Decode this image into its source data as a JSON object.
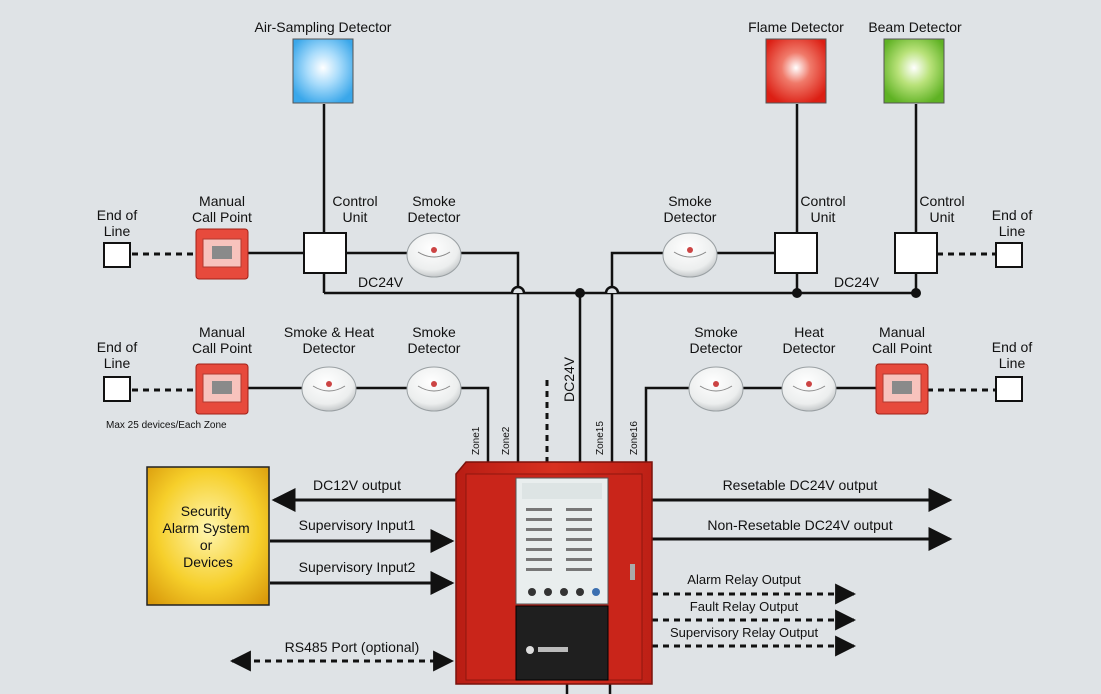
{
  "colors": {
    "background": "#dfe3e6",
    "air_sampling": "#4fb6ef",
    "flame": "#e0261b",
    "beam": "#66b82a",
    "panel": "#d42a1f",
    "security_box": "#f3c31a",
    "line": "#111111"
  },
  "top": {
    "air_sampling": "Air-Sampling Detector",
    "flame": "Flame Detector",
    "beam": "Beam Detector"
  },
  "row1": {
    "end_of_line_left": [
      "End of",
      "Line"
    ],
    "manual_call_point": [
      "Manual",
      "Call Point"
    ],
    "control_unit_left": [
      "Control",
      "Unit"
    ],
    "smoke_left": [
      "Smoke",
      "Detector"
    ],
    "smoke_right": [
      "Smoke",
      "Detector"
    ],
    "control_unit_mid": [
      "Control",
      "Unit"
    ],
    "control_unit_right": [
      "Control",
      "Unit"
    ],
    "end_of_line_right": [
      "End of",
      "Line"
    ],
    "dc24v_left": "DC24V",
    "dc24v_right": "DC24V"
  },
  "row2": {
    "end_of_line_left": [
      "End of",
      "Line"
    ],
    "manual_call_point_left": [
      "Manual",
      "Call Point"
    ],
    "smoke_heat": [
      "Smoke & Heat",
      "Detector"
    ],
    "smoke_left": [
      "Smoke",
      "Detector"
    ],
    "smoke_right": [
      "Smoke",
      "Detector"
    ],
    "heat": [
      "Heat",
      "Detector"
    ],
    "manual_call_point_right": [
      "Manual",
      "Call Point"
    ],
    "end_of_line_right": [
      "End of",
      "Line"
    ],
    "max_note": "Max 25 devices/Each Zone"
  },
  "zones": {
    "zone1": "Zone1",
    "zone2": "Zone2",
    "dc24v_vertical": "DC24V",
    "zone15": "Zone15",
    "zone16": "Zone16"
  },
  "security": [
    "Security",
    "Alarm System",
    "or",
    "Devices"
  ],
  "left_links": {
    "dc12v": "DC12V output",
    "sup1": "Supervisory Input1",
    "sup2": "Supervisory Input2",
    "rs485": "RS485 Port (optional)"
  },
  "right_links": {
    "resetable": "Resetable DC24V output",
    "non_resetable": "Non-Resetable DC24V output",
    "alarm_relay": "Alarm Relay Output",
    "fault_relay": "Fault Relay Output",
    "supervisory_relay": "Supervisory Relay Output"
  }
}
